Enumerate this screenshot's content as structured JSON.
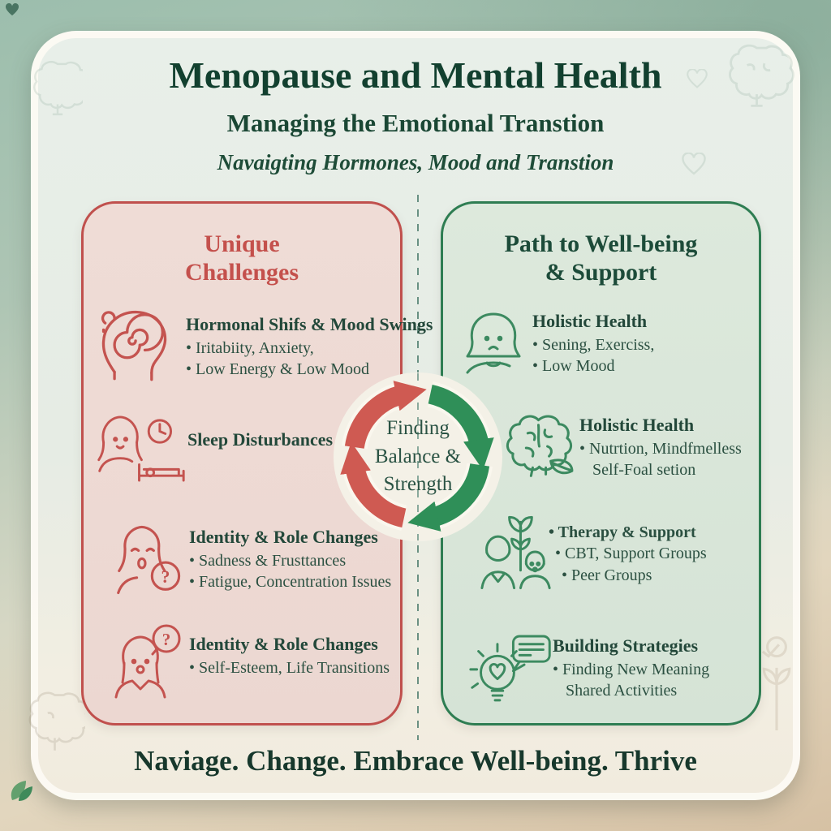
{
  "page": {
    "title": "Menopause and Mental Health",
    "subtitle": "Managing the Emotional Transtion",
    "tagline_top": "Navaigting Hormones, Mood and Transtion",
    "footer_tagline": "Naviage. Change. Embrace Well-being. Thrive"
  },
  "left_panel": {
    "header_line1": "Unique",
    "header_line2": "Challenges",
    "items": [
      {
        "icon": "mind-spiral-icon",
        "title": "Hormonal Shifs & Mood Swings",
        "bullets": [
          "• Iritabiity, Anxiety,",
          "• Low Energy & Low Mood"
        ]
      },
      {
        "icon": "sleep-clock-bed-icon",
        "title": "Sleep Disturbances",
        "bullets": []
      },
      {
        "icon": "sad-face-question-icon",
        "title": "Identity & Role Changes",
        "bullets": [
          "• Sadness & Frusttances",
          "• Fatigue, Concentration Issues"
        ]
      },
      {
        "icon": "woman-question-icon",
        "title": "Identity & Role Changes",
        "bullets": [
          "• Self-Esteem, Life Transitions"
        ]
      }
    ]
  },
  "right_panel": {
    "header_line1": "Path to Well-being",
    "header_line2": "& Support",
    "items": [
      {
        "icon": "sad-woman-icon",
        "title": "Holistic Health",
        "bullets": [
          "• Sening, Exerciss,",
          "• Low Mood"
        ]
      },
      {
        "icon": "brain-leaf-icon",
        "title": "Holistic Health",
        "bullets": [
          "• Nutrtion, Mindfmelless",
          "Self-Foal setion"
        ]
      },
      {
        "icon": "people-plant-icon",
        "title": "",
        "bullets": [
          "• Therapy & Support",
          "• CBT, Support Groups",
          "• Peer Groups"
        ]
      },
      {
        "icon": "lightbulb-chat-icon",
        "title": "Building Strategies",
        "bullets": [
          "• Finding New Meaning",
          "Shared Activities"
        ]
      }
    ]
  },
  "center_cycle": {
    "line1": "Finding",
    "line2": "Balance &",
    "line3": "Strength"
  },
  "decorations": [
    "brain-watermark",
    "heart-watermark",
    "sprout-watermark",
    "leaf-icon"
  ],
  "colors": {
    "accent_red": "#c4534f",
    "accent_green": "#2f7d52",
    "heading_green": "#12402f",
    "panel_pink": "#eedad3",
    "panel_green": "#d9e6d9",
    "card_cream": "#eef0e7"
  }
}
